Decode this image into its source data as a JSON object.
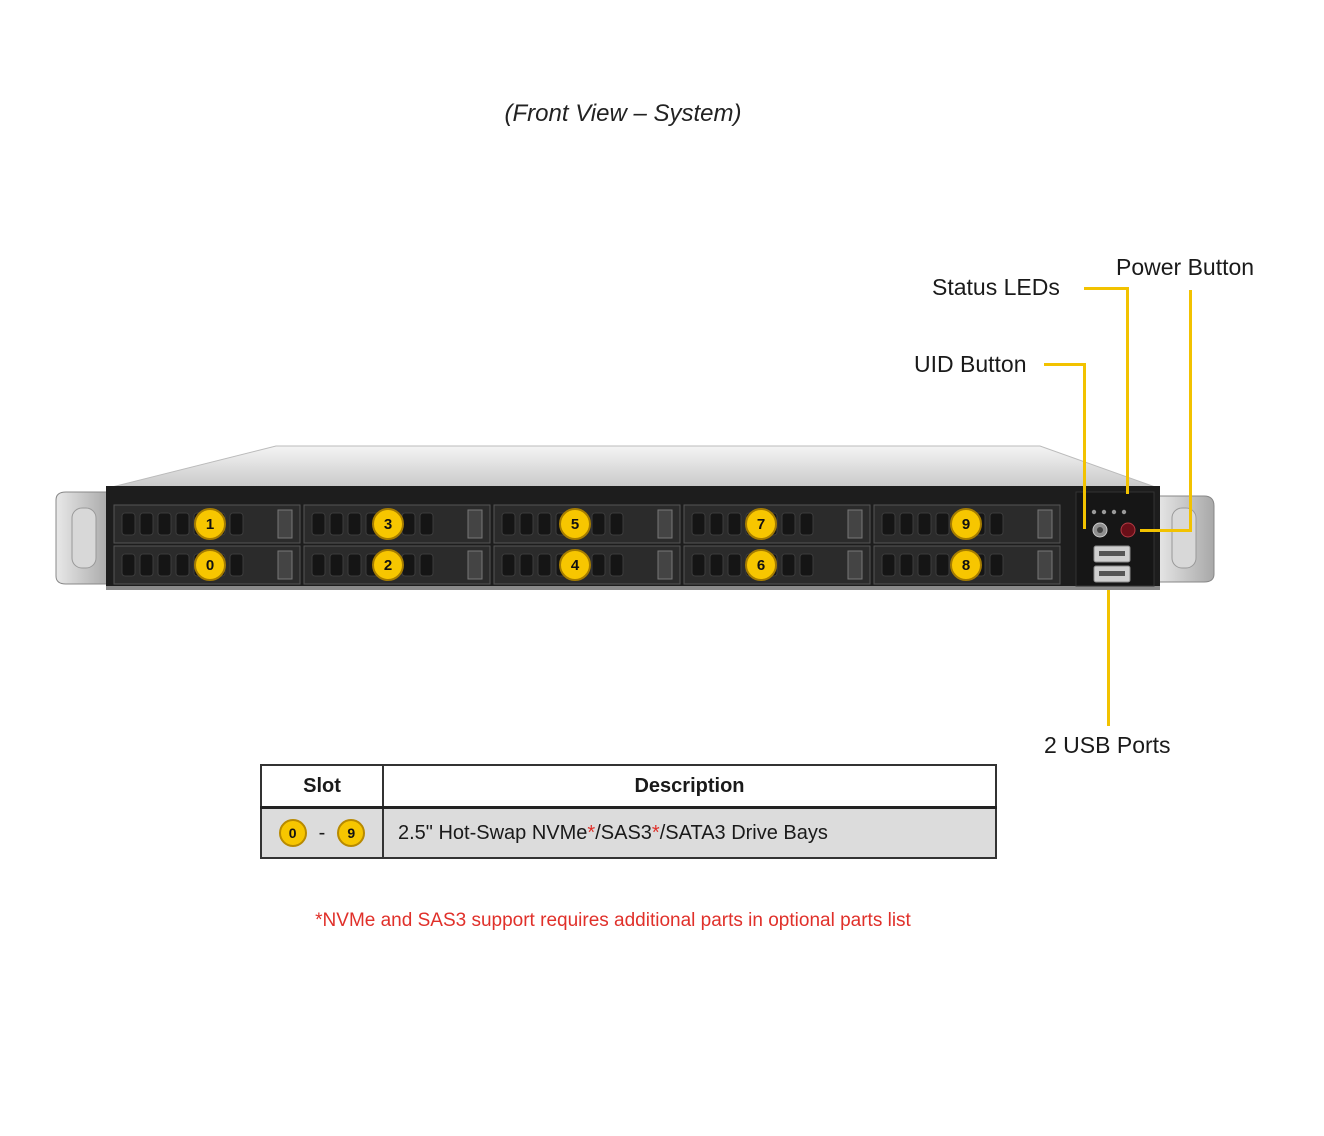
{
  "title": "(Front View – System)",
  "callouts": {
    "power_button": "Power Button",
    "status_leds": "Status LEDs",
    "uid_button": "UID Button",
    "usb_ports": "2 USB Ports"
  },
  "drive_bays": {
    "top_row": [
      "1",
      "3",
      "5",
      "7",
      "9"
    ],
    "bottom_row": [
      "0",
      "2",
      "4",
      "6",
      "8"
    ]
  },
  "table": {
    "header_slot": "Slot",
    "header_description": "Description",
    "row": {
      "slot_from": "0",
      "slot_sep": "-",
      "slot_to": "9",
      "desc_part1": "2.5\" Hot-Swap NVMe",
      "asterisk1": "*",
      "desc_part2": "/SAS3",
      "asterisk2": "*",
      "desc_part3": "/SATA3 Drive Bays"
    }
  },
  "footnote": "*NVMe and SAS3 support requires additional parts in optional parts list",
  "colors": {
    "badge": "#f7c600",
    "leader": "#f2c200",
    "note": "#e0302a"
  }
}
